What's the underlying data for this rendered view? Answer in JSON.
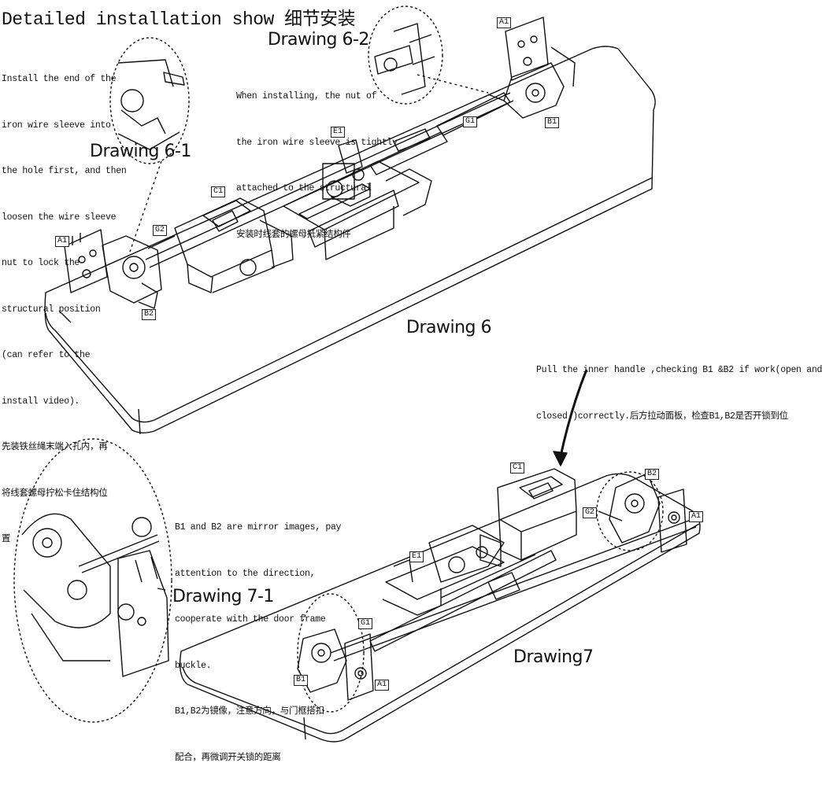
{
  "title": "Detailed installation show 细节安装",
  "drawings": {
    "d6": "Drawing 6",
    "d6_1": "Drawing 6-1",
    "d6_2": "Drawing 6-2",
    "d7": "Drawing7",
    "d7_1": "Drawing 7-1"
  },
  "notes": {
    "install_lines": [
      "Install the end of the",
      "iron wire sleeve into",
      "the hole first, and then",
      "loosen the wire sleeve",
      "nut to lock the",
      "structural position",
      "(can refer to the",
      "install video).",
      "先装铁丝绳末端入孔内，再",
      "将线套螺母拧松卡住结构位",
      "置"
    ],
    "nut_lines": [
      "When installing, the nut of",
      "the iron wire sleeve is tightly",
      "attached to the structural",
      "安装时线套的螺母抵紧结构件"
    ],
    "handle_lines": [
      "Pull the inner handle ,checking B1 &B2 if work(open and",
      "closed )correctly.后方拉动面板，检查B1,B2是否开锁到位"
    ],
    "mirror_lines": [
      "B1 and B2 are mirror images, pay",
      "attention to the direction,",
      "cooperate with the door frame",
      "buckle.",
      "B1,B2为镜像，注意方向，与门框搭扣",
      "配合，再微调开关锁的距离"
    ]
  },
  "tags": {
    "a1": "A1",
    "b1": "B1",
    "b2": "B2",
    "c1": "C1",
    "e1": "E1",
    "g1": "G1",
    "g2": "G2"
  }
}
